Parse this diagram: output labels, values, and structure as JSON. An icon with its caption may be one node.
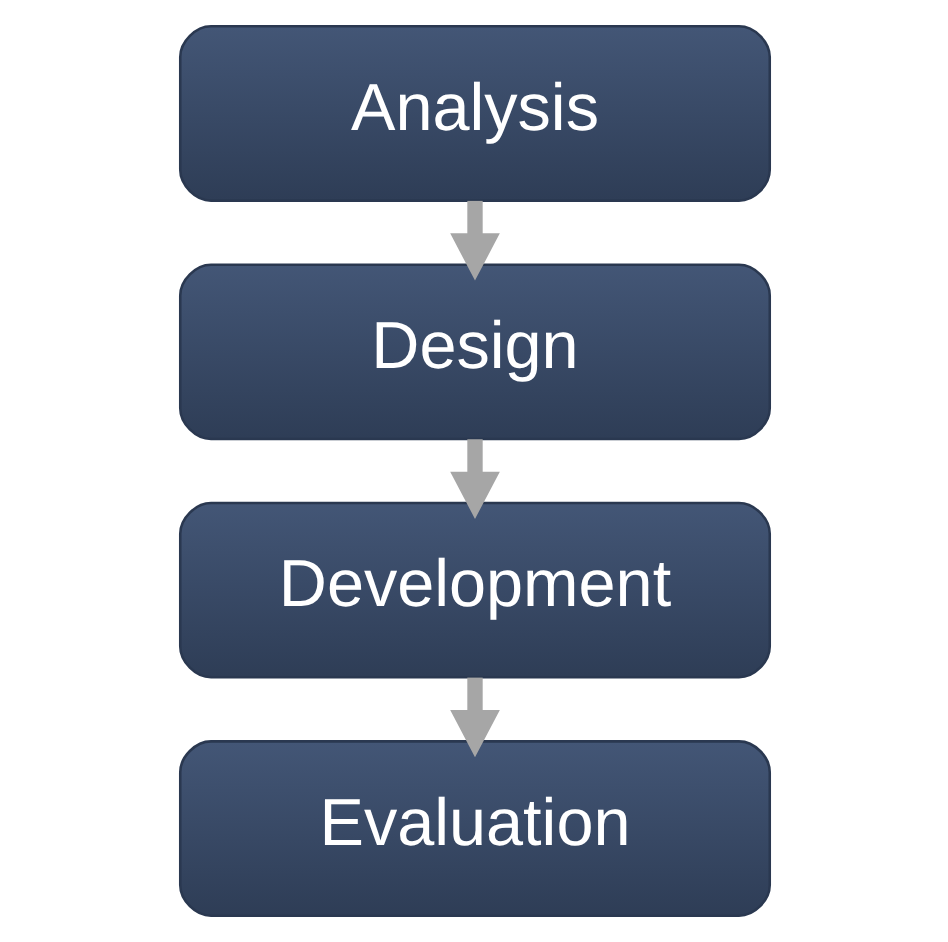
{
  "diagram": {
    "nodes": [
      {
        "text": [
          "Analysis"
        ]
      },
      {
        "text": [
          "Design"
        ]
      },
      {
        "text": [
          "Development"
        ]
      },
      {
        "text": [
          "Evaluation"
        ]
      }
    ],
    "edges": [
      {
        "from": 0,
        "to": 1,
        "arrow": "to"
      },
      {
        "from": 1,
        "to": 2,
        "arrow": "to"
      },
      {
        "from": 2,
        "to": 3,
        "arrow": "to"
      }
    ]
  }
}
